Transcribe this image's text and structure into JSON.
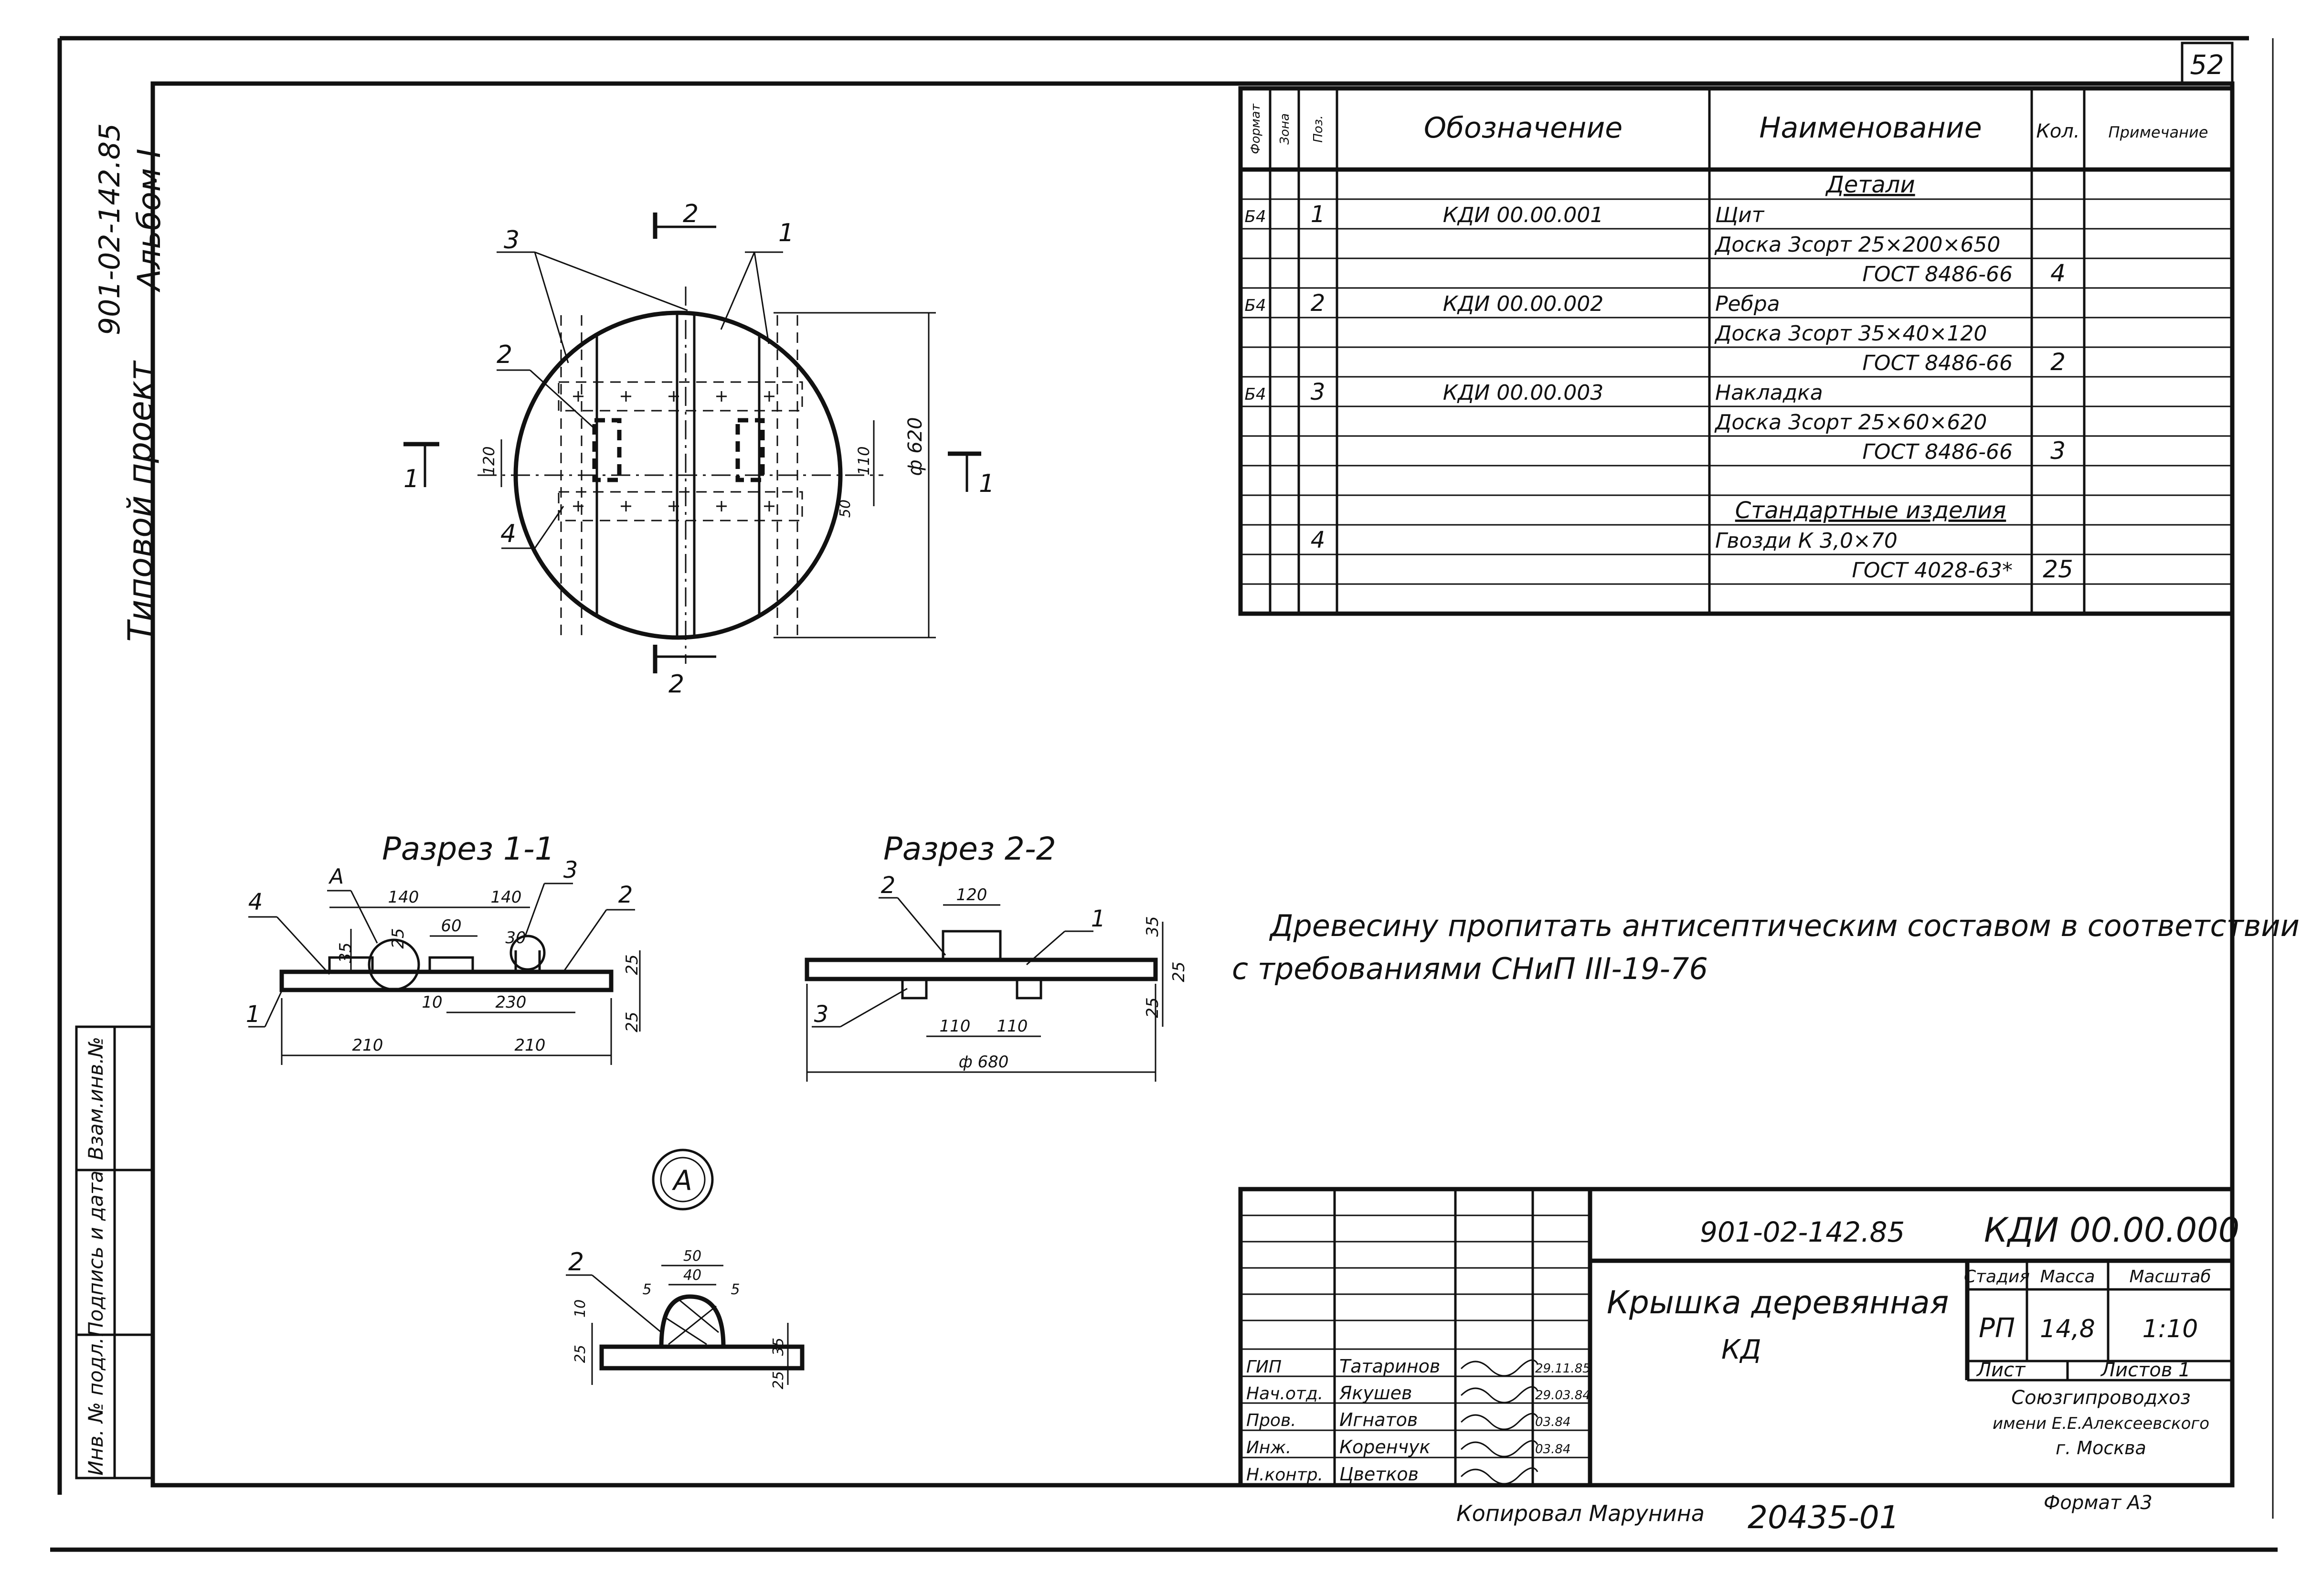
{
  "sheet": {
    "page_number": "52",
    "side_stamp_project_code": "901-02-142.85",
    "side_stamp_album": "Альбом I",
    "side_stamp_type": "Типовой проект",
    "side_field_inv_podl": "Инв. № подл.",
    "side_field_podpis": "Подпись и дата",
    "side_field_vzam": "Взам.инв.№",
    "copied_by": "Копировал  Марунина",
    "format": "Формат А3",
    "archive_number": "20435-01"
  },
  "spec_table": {
    "headers": {
      "format": "Формат",
      "zone": "Зона",
      "pos": "Поз.",
      "designation": "Обозначение",
      "name": "Наименование",
      "qty": "Кол.",
      "note": "Примечание"
    },
    "rows": [
      {
        "format": "",
        "zone": "",
        "pos": "",
        "designation": "",
        "name": "Детали",
        "qty": "",
        "note": "",
        "kind": "section"
      },
      {
        "format": "Б4",
        "zone": "",
        "pos": "1",
        "designation": "КДИ 00.00.001",
        "name": "Щит",
        "qty": "",
        "note": ""
      },
      {
        "format": "",
        "zone": "",
        "pos": "",
        "designation": "",
        "name": "Доска 3сорт 25×200×650",
        "qty": "",
        "note": ""
      },
      {
        "format": "",
        "zone": "",
        "pos": "",
        "designation": "",
        "name": "ГОСТ 8486-66",
        "qty": "4",
        "note": "",
        "kind": "indent"
      },
      {
        "format": "Б4",
        "zone": "",
        "pos": "2",
        "designation": "КДИ 00.00.002",
        "name": "Ребра",
        "qty": "",
        "note": ""
      },
      {
        "format": "",
        "zone": "",
        "pos": "",
        "designation": "",
        "name": "Доска 3сорт 35×40×120",
        "qty": "",
        "note": ""
      },
      {
        "format": "",
        "zone": "",
        "pos": "",
        "designation": "",
        "name": "ГОСТ 8486-66",
        "qty": "2",
        "note": "",
        "kind": "indent"
      },
      {
        "format": "Б4",
        "zone": "",
        "pos": "3",
        "designation": "КДИ 00.00.003",
        "name": "Накладка",
        "qty": "",
        "note": ""
      },
      {
        "format": "",
        "zone": "",
        "pos": "",
        "designation": "",
        "name": "Доска 3сорт 25×60×620",
        "qty": "",
        "note": ""
      },
      {
        "format": "",
        "zone": "",
        "pos": "",
        "designation": "",
        "name": "ГОСТ 8486-66",
        "qty": "3",
        "note": "",
        "kind": "indent"
      },
      {
        "format": "",
        "zone": "",
        "pos": "",
        "designation": "",
        "name": "",
        "qty": "",
        "note": ""
      },
      {
        "format": "",
        "zone": "",
        "pos": "",
        "designation": "",
        "name": "Стандартные изделия",
        "qty": "",
        "note": "",
        "kind": "section"
      },
      {
        "format": "",
        "zone": "",
        "pos": "4",
        "designation": "",
        "name": "Гвозди К 3,0×70",
        "qty": "",
        "note": ""
      },
      {
        "format": "",
        "zone": "",
        "pos": "",
        "designation": "",
        "name": "ГОСТ 4028-63*",
        "qty": "25",
        "note": "",
        "kind": "indent"
      },
      {
        "format": "",
        "zone": "",
        "pos": "",
        "designation": "",
        "name": "",
        "qty": "",
        "note": ""
      }
    ]
  },
  "note_text": {
    "line1": "Древесину пропитать антисептическим составом в соответствии",
    "line2": "с требованиями СНиП III-19-76"
  },
  "plan_view": {
    "dim_diameter": "ф 620",
    "dim_120": "120",
    "dim_110": "110",
    "dim_50": "50",
    "section_mark_1": "1",
    "section_mark_2": "2",
    "callout_1": "1",
    "callout_2": "2",
    "callout_3": "3",
    "callout_4": "4"
  },
  "section_1_1": {
    "title": "Разрез 1-1",
    "detail_ref": "А",
    "dims": [
      "140",
      "140",
      "60",
      "25",
      "30",
      "35",
      "25",
      "10",
      "230",
      "25",
      "210",
      "210"
    ],
    "callouts": [
      "4",
      "3",
      "2",
      "1"
    ]
  },
  "section_2_2": {
    "title": "Разрез 2-2",
    "dims": [
      "120",
      "35",
      "25",
      "110",
      "110",
      "25",
      "ф 680"
    ],
    "callouts": [
      "2",
      "1",
      "3"
    ]
  },
  "detail_a": {
    "label": "А",
    "dims": [
      "50",
      "5",
      "40",
      "5",
      "10",
      "25",
      "35",
      "25"
    ],
    "callout": "2"
  },
  "title_block": {
    "project_code": "901-02-142.85",
    "doc_code": "КДИ 00.00.000",
    "item_title_line1": "Крышка деревянная",
    "item_title_line2": "КД",
    "stage_header": "Стадия",
    "mass_header": "Масса",
    "scale_header": "Масштаб",
    "stage": "РП",
    "mass": "14,8",
    "scale": "1:10",
    "sheet_label": "Лист",
    "sheets_label": "Листов 1",
    "org_line1": "Союзгипроводхоз",
    "org_line2": "имени Е.Е.Алексеевского",
    "org_line3": "г. Москва",
    "signatures": [
      {
        "role": "ГИП",
        "name": "Татаринов",
        "date": "29.11.85"
      },
      {
        "role": "Нач.отд.",
        "name": "Якушев",
        "date": "29.03.84"
      },
      {
        "role": "Пров.",
        "name": "Игнатов",
        "date": "03.84"
      },
      {
        "role": "Инж.",
        "name": "Коренчук",
        "date": "03.84"
      },
      {
        "role": "Н.контр.",
        "name": "Цветков",
        "date": ""
      }
    ]
  }
}
